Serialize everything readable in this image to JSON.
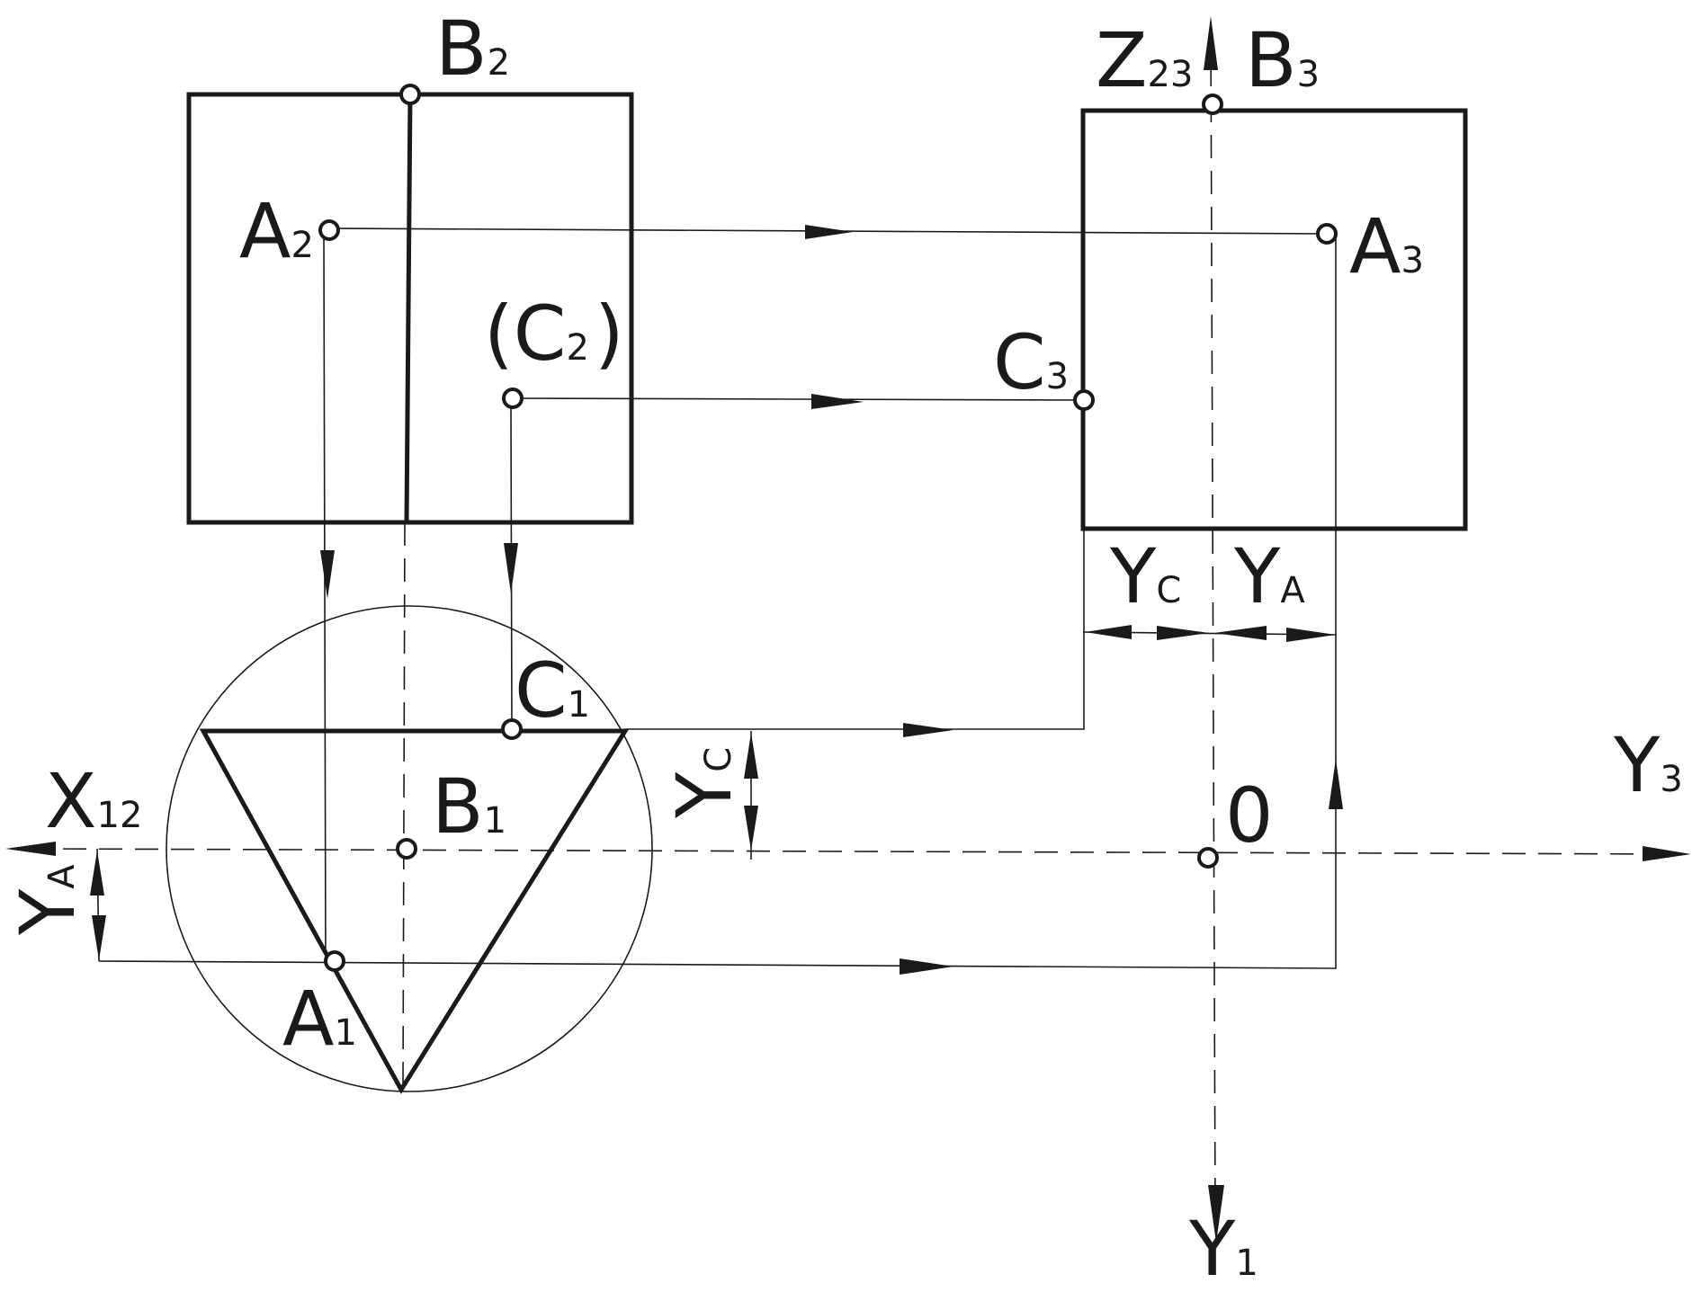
{
  "labels": {
    "B2": {
      "main": "B",
      "sub": "2"
    },
    "A2": {
      "main": "A",
      "sub": "2"
    },
    "C2": {
      "open": "(",
      "main": "C",
      "sub": "2",
      "close": ")"
    },
    "Z23": {
      "main": "Z",
      "sub": "23"
    },
    "B3": {
      "main": "B",
      "sub": "3"
    },
    "A3": {
      "main": "A",
      "sub": "3"
    },
    "C3": {
      "main": "C",
      "sub": "3"
    },
    "C1": {
      "main": "C",
      "sub": "1"
    },
    "B1": {
      "main": "B",
      "sub": "1"
    },
    "A1": {
      "main": "A",
      "sub": "1"
    },
    "X12": {
      "main": "X",
      "sub": "12"
    },
    "Y3": {
      "main": "Y",
      "sub": "3"
    },
    "Y1": {
      "main": "Y",
      "sub": "1"
    },
    "O": {
      "main": "0"
    },
    "YC_dim": {
      "main": "Y",
      "sub": "C"
    },
    "YA_dim": {
      "main": "Y",
      "sub": "A"
    },
    "YC_vert": {
      "main": "Y",
      "sub": "C"
    },
    "YA_vert": {
      "main": "Y",
      "sub": "A"
    }
  }
}
